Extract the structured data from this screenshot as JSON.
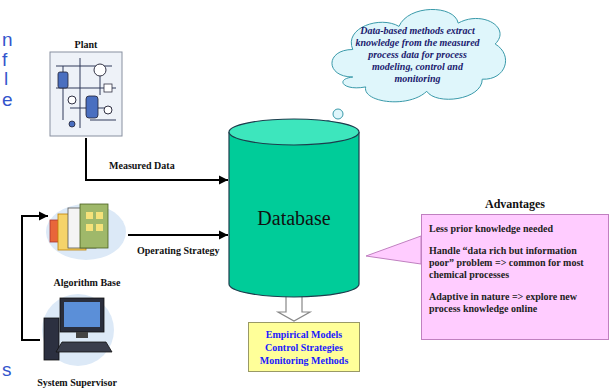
{
  "diagram": {
    "nodes": [
      {
        "text": [
          "Plant"
        ]
      },
      {
        "text": [
          "Data-based methods extract knowledge from the measured process data for process modeling, control and monitoring"
        ]
      },
      {
        "text": [
          "Database"
        ]
      },
      {
        "text": [
          "Algorithm Base"
        ]
      },
      {
        "text": [
          "Advantages",
          "Less prior knowledge needed",
          "Handle “data rich but information poor” problem => common for most chemical processes",
          "Adaptive in nature => explore new process knowledge online"
        ]
      },
      {
        "text": [
          "Empirical Models",
          "Control Strategies",
          "Monitoring Methods"
        ]
      },
      {
        "text": [
          "System Supervisor"
        ]
      }
    ],
    "edges": [
      {
        "from": 0,
        "to": 2,
        "label": "Measured Data",
        "arrow": "to"
      },
      {
        "from": 3,
        "to": 2,
        "label": "Operating Strategy",
        "arrow": "to"
      },
      {
        "from": 6,
        "to": 3,
        "arrow": "to"
      },
      {
        "from": 2,
        "to": 5,
        "arrow": "to"
      }
    ],
    "labels": [
      "n",
      "f",
      "l",
      "e",
      "s"
    ]
  }
}
